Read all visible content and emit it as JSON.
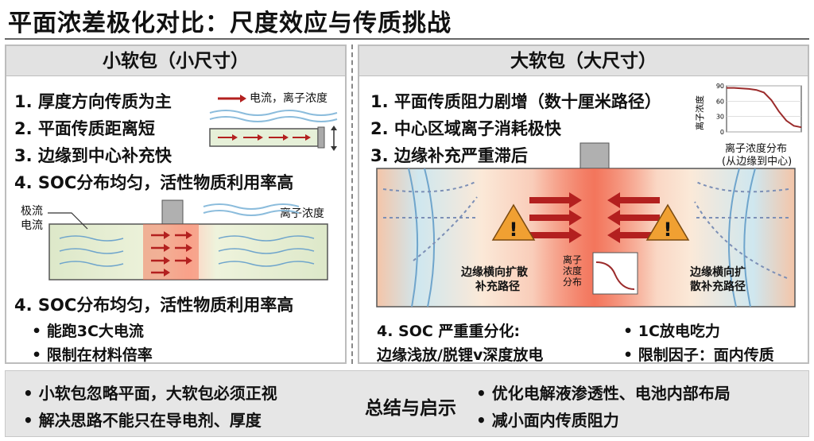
{
  "title": "平面浓差极化对比：尺度效应与传质挑战",
  "left_panel": {
    "header": "小软包（小尺寸）",
    "points": [
      "1. 厚度方向传质为主",
      "2. 平面传质距离短",
      "3. 边缘到中心补充快",
      "4. SOC分布均匀，活性物质利用率高"
    ],
    "legend_arrow": "电流，离子浓度",
    "collector_label_1": "极流",
    "collector_label_2": "电流",
    "ion_label": "离子浓度",
    "point4_repeat": "4. SOC分布均匀，活性物质利用率高",
    "bullets": [
      "能跑3C大电流",
      "限制在材料倍率"
    ]
  },
  "right_panel": {
    "header": "大软包（大尺寸）",
    "points": [
      "1. 平面传质阻力剧增（数十厘米路径）",
      "2. 中心区域离子消耗极快",
      "3. 边缘补充严重滞后"
    ],
    "inset_chart": {
      "ylabel": "离子浓度",
      "caption_1": "离子浓度分布",
      "caption_2": "(从边缘到中心)"
    },
    "mini_chart_label": [
      "离子",
      "浓度",
      "分布"
    ],
    "left_path_label": [
      "边缘横向扩散",
      "补充路径"
    ],
    "right_path_label": [
      "边缘横向扩",
      "散补充路径"
    ],
    "point4_line1": "4.  SOC 严重重分化:",
    "point4_line2": "边缘浅放/脱锂v深度放电",
    "bullets": [
      "1C放电吃力",
      "限制因子：面内传质"
    ]
  },
  "bottom": {
    "left_bullets": [
      "小软包忽略平面，大软包必须正视",
      "解决思路不能只在导电剂、厚度"
    ],
    "center": "总结与启示",
    "right_bullets": [
      "优化电解液渗透性、电池内部布局",
      "减小面内传质阻力"
    ]
  },
  "chart_data": {
    "type": "line",
    "ylabel": "离子浓度",
    "xlabel": "离子浓度分布 (从边缘到中心)",
    "ylim": [
      0,
      90
    ],
    "yticks": [
      0,
      30,
      60,
      90
    ],
    "x": [
      0,
      0.1,
      0.2,
      0.3,
      0.4,
      0.5,
      0.6,
      0.7,
      0.8,
      0.9,
      1.0
    ],
    "values": [
      86,
      86,
      85,
      84,
      82,
      77,
      62,
      40,
      22,
      12,
      9
    ],
    "grid": true
  },
  "colors": {
    "arrow_red": "#b3201f",
    "wave_blue": "#6fa5cc",
    "cell_green": "#e6f0d8",
    "hot_red": "#f26a50",
    "warning_orange": "#f0a032"
  }
}
